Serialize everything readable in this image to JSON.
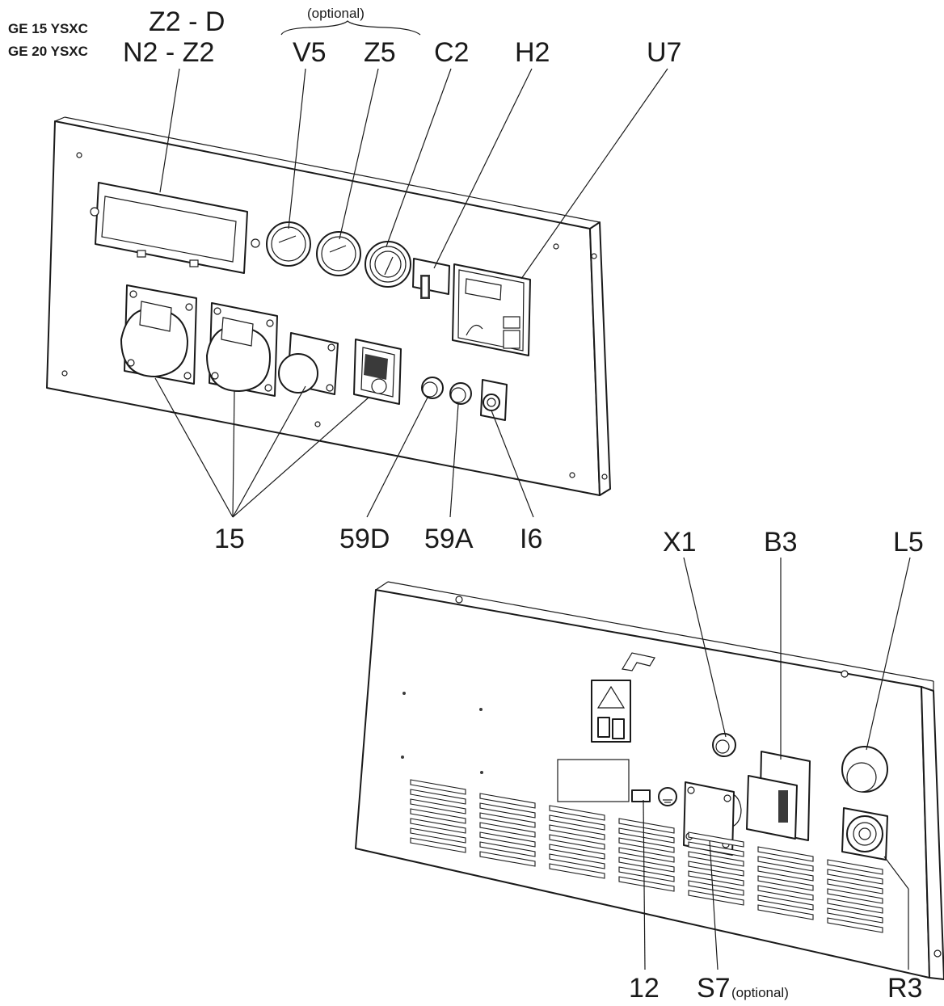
{
  "models": {
    "ge15": "GE 15 YSXC",
    "ge20": "GE 20 YSXC"
  },
  "optional_note": "(optional)",
  "top_panel": {
    "z2d": "Z2 - D",
    "n2z2": "N2 - Z2",
    "v5": "V5",
    "z5": "Z5",
    "c2": "C2",
    "h2": "H2",
    "u7": "U7",
    "socket_group": "15",
    "lamp_d": "59D",
    "lamp_a": "59A",
    "switch": "I6"
  },
  "rear_panel": {
    "x1": "X1",
    "b3": "B3",
    "l5": "L5",
    "earth": "12",
    "s7": "S7",
    "s7_note": "(optional)",
    "r3": "R3"
  }
}
